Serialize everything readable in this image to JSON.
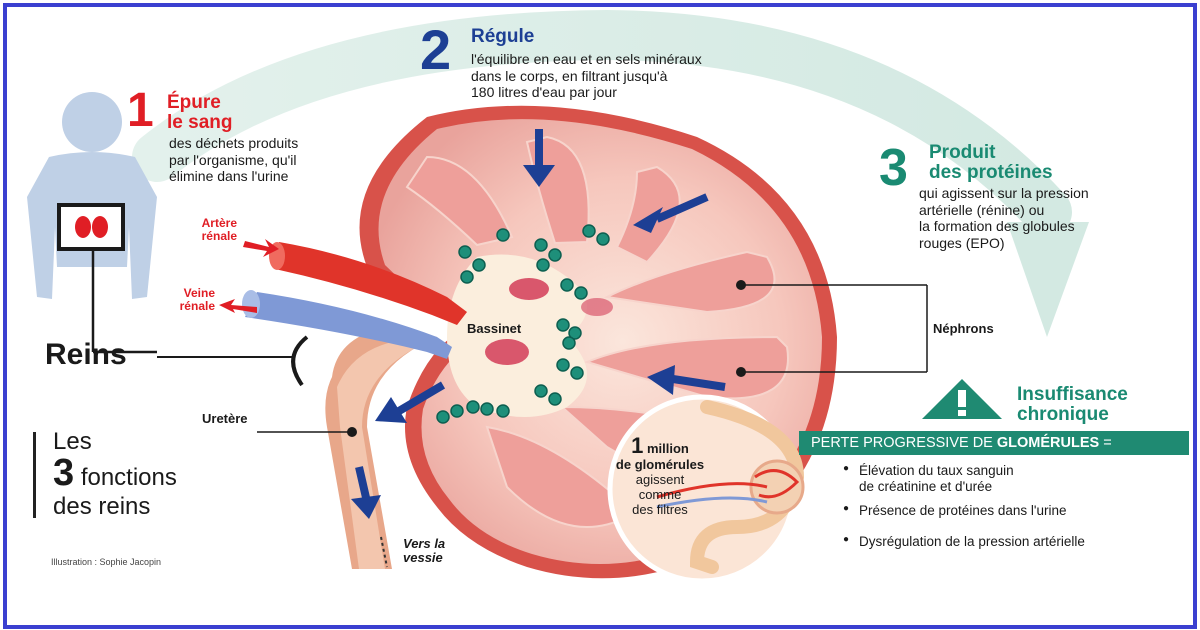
{
  "colors": {
    "frame": "#3a3fd0",
    "red": "#e01e25",
    "green": "#1a8a72",
    "navy": "#1d3f94",
    "artery": "#e0342a",
    "vein": "#7f99d6"
  },
  "functions": [
    {
      "number": "1",
      "title_line1": "Épure",
      "title_line2": "le sang",
      "desc_lines": [
        "des déchets produits",
        "par l'organisme, qu'il",
        "élimine dans l'urine"
      ]
    },
    {
      "number": "2",
      "title_line1": "Régule",
      "desc_lines": [
        "l'équilibre en eau et en sels minéraux",
        "dans le corps, en filtrant jusqu'à",
        "180 litres d'eau par jour"
      ]
    },
    {
      "number": "3",
      "title_line1": "Produit",
      "title_line2": "des protéines",
      "desc_lines": [
        "qui agissent sur la pression",
        "artérielle (rénine) ou",
        "la formation des globules",
        "rouges (EPO)"
      ]
    }
  ],
  "labels": {
    "artery_line1": "Artère",
    "artery_line2": "rénale",
    "vein_line1": "Veine",
    "vein_line2": "rénale",
    "reins": "Reins",
    "bassinet": "Bassinet",
    "nephrons": "Néphrons",
    "ureter": "Uretère",
    "bladder_line1": "Vers la",
    "bladder_line2": "vessie"
  },
  "title": {
    "line1": "Les",
    "number": "3",
    "line2_rest": "fonctions",
    "line3": "des reins"
  },
  "credit": "Illustration : Sophie Jacopin",
  "glomeruli": {
    "count": "1",
    "count_suffix": "million",
    "line2": "de glomérules",
    "line3": "agissent",
    "line4": "comme",
    "line5": "des filtres"
  },
  "chronic": {
    "title_line1": "Insuffisance",
    "title_line2": "chronique",
    "band_prefix": "PERTE PROGRESSIVE DE",
    "band_bold": "GLOMÉRULES",
    "band_suffix": "=",
    "bullets": [
      {
        "line1": "Élévation du taux sanguin",
        "line2": "de créatinine et d'urée"
      },
      {
        "line1": "Présence de protéines dans l'urine"
      },
      {
        "line1": "Dysrégulation de la pression artérielle"
      }
    ]
  }
}
